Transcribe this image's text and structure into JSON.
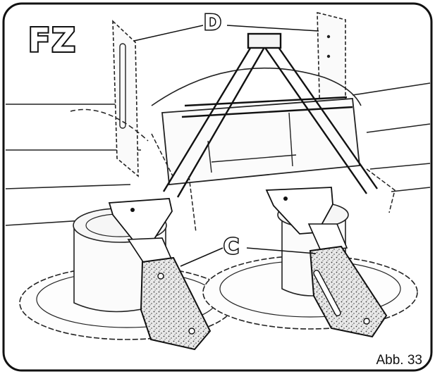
{
  "figure": {
    "model_code": "FZ",
    "callouts": {
      "d": "D",
      "c": "C"
    },
    "caption": "Abb. 33"
  }
}
